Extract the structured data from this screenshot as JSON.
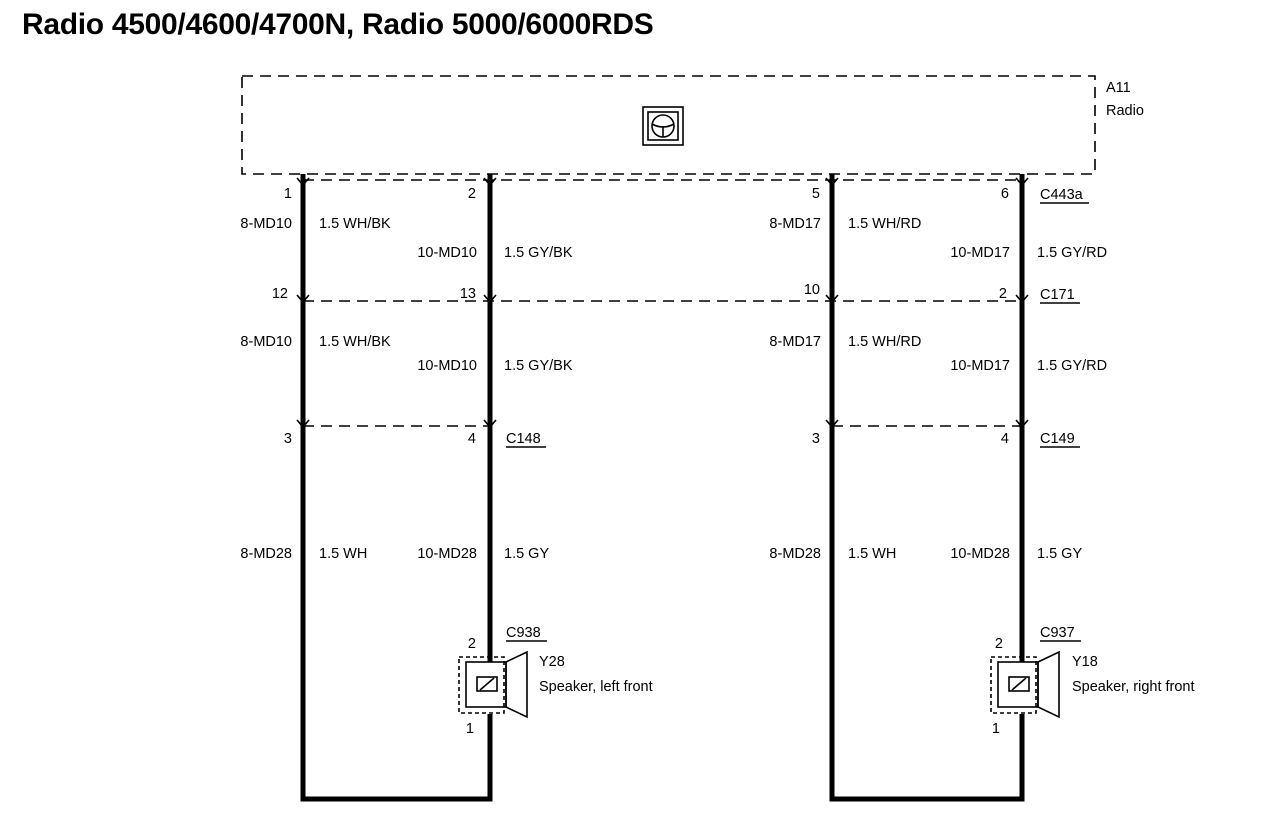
{
  "title": "Radio 4500/4600/4700N, Radio 5000/6000RDS",
  "radio": {
    "ref": "A11",
    "name": "Radio"
  },
  "connectors": {
    "c443a": {
      "label": "C443a",
      "pins": [
        "1",
        "2",
        "5",
        "6"
      ]
    },
    "c171": {
      "label": "C171",
      "pins": [
        "12",
        "13",
        "10",
        "2"
      ]
    },
    "c148": {
      "label": "C148",
      "pins": [
        "3",
        "4"
      ]
    },
    "c149": {
      "label": "C149",
      "pins": [
        "3",
        "4"
      ]
    },
    "c938": {
      "label": "C938",
      "pin_top": "2",
      "pin_bottom": "1"
    },
    "c937": {
      "label": "C937",
      "pin_top": "2",
      "pin_bottom": "1"
    }
  },
  "wires": {
    "upper": [
      {
        "circuit": "8-MD10",
        "spec": "1.5 WH/BK"
      },
      {
        "circuit": "10-MD10",
        "spec": "1.5 GY/BK"
      },
      {
        "circuit": "8-MD17",
        "spec": "1.5 WH/RD"
      },
      {
        "circuit": "10-MD17",
        "spec": "1.5 GY/RD"
      }
    ],
    "middle": [
      {
        "circuit": "8-MD10",
        "spec": "1.5 WH/BK"
      },
      {
        "circuit": "10-MD10",
        "spec": "1.5 GY/BK"
      },
      {
        "circuit": "8-MD17",
        "spec": "1.5 WH/RD"
      },
      {
        "circuit": "10-MD17",
        "spec": "1.5 GY/RD"
      }
    ],
    "lower": [
      {
        "circuit": "8-MD28",
        "spec": "1.5 WH"
      },
      {
        "circuit": "10-MD28",
        "spec": "1.5 GY"
      },
      {
        "circuit": "8-MD28",
        "spec": "1.5 WH"
      },
      {
        "circuit": "10-MD28",
        "spec": "1.5 GY"
      }
    ]
  },
  "speakers": {
    "left": {
      "ref": "Y28",
      "name": "Speaker, left front"
    },
    "right": {
      "ref": "Y18",
      "name": "Speaker, right front"
    }
  }
}
